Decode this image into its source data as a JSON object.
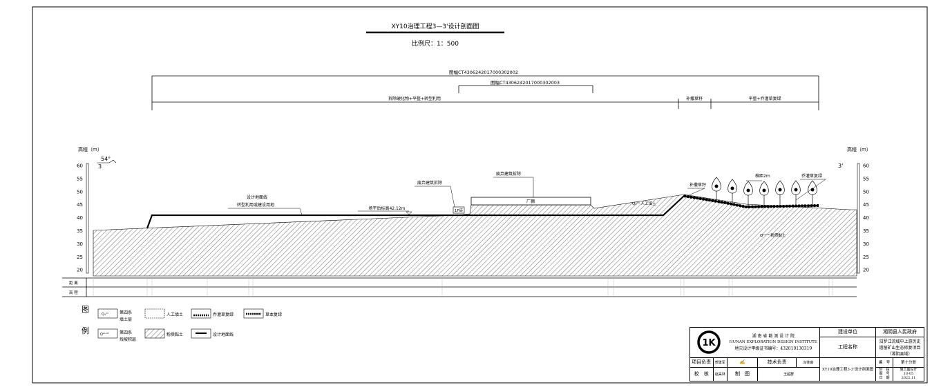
{
  "title": "XY10治理工程3—3'设计剖面图",
  "scale": "比例尺：1：500",
  "map_sheets": [
    "图幅CT4306242017000302002",
    "图幅CT4306242017000302003"
  ],
  "zones": [
    "拆除硬化物+平整+转型利用",
    "补撒草籽",
    "平整+乔灌草复绿"
  ],
  "axis": {
    "left_label": "高程（m）",
    "right_label": "高程（m）",
    "ticks": [
      "60",
      "55",
      "50",
      "45",
      "40",
      "35",
      "30",
      "25",
      "20"
    ],
    "section_left": "3",
    "section_right": "3'",
    "angle": "54°"
  },
  "annotations": {
    "design_line": "设计地面线",
    "transform_use": "转型利用或建设用地",
    "level_elev": "场平后标高42.12m",
    "demolish1": "废弃建筑拆除",
    "demolish2": "废弃建筑拆除",
    "brick": "1F砖",
    "plant": "厂棚",
    "fill": "Q₄ᵐˡ 人工填土",
    "grass_seed": "补撒草籽",
    "spacing": "株距2m",
    "regreen": "乔灌草复绿",
    "soil": "Qᵉˡ⁺ᵈˡ 粉质黏土"
  },
  "table": {
    "row1": "距 离",
    "row2": "高 程"
  },
  "legend": {
    "tu": "图",
    "li": "例",
    "items": [
      {
        "sym": "Q₄ᵐˡ",
        "label1": "第四系",
        "label2": "填土层"
      },
      {
        "label1": "人工填土"
      },
      {
        "label1": "乔灌草复绿"
      },
      {
        "label1": "草本复绿"
      },
      {
        "sym": "Qᵉˡ⁺ᵈˡ",
        "label1": "第四系",
        "label2": "残坡积层"
      },
      {
        "label1": "粉质黏土"
      },
      {
        "label1": "设计地面线"
      }
    ]
  },
  "title_block": {
    "institute_cn": "湖 南 省 勘 测 设 计 院",
    "institute_en": "HUNAN EXPLORATION DESIGN INSTITUTE",
    "cert": "地灾设计甲级证书编号：432019130319",
    "client_label": "建设单位",
    "client": "湘阴县人民政府",
    "project_label": "工程名称",
    "project": "汨罗江流域中上游历史遗留矿山生态修复项目（湘阴县域）",
    "pm_label": "项目负责",
    "pm": "贺建军",
    "tech_label": "技术负责",
    "tech": "冯佳盛",
    "check_label": "校　核",
    "check": "赵昊林",
    "draw_label": "制　图",
    "draw": "王超群",
    "drawing_name": "XY10治理工程3-3'设计剖面图",
    "no_label": "编　号",
    "no": "第十分册",
    "stage_label": "阶　段",
    "stage": "施工图设计",
    "fig_label": "图　号",
    "fig": "10-05",
    "date_label": "日　期",
    "date": "2022.11"
  }
}
